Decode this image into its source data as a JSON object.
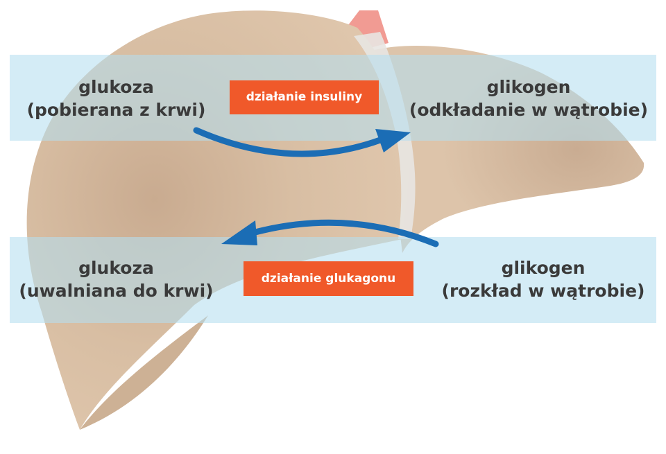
{
  "top_row": {
    "left_title": "glukoza",
    "left_sub": "(pobierana z krwi)",
    "action": "działanie insuliny",
    "right_title": "glikogen",
    "right_sub": "(odkładanie w wątrobie)"
  },
  "bottom_row": {
    "left_title": "glukoza",
    "left_sub": "(uwalniana do krwi)",
    "action": "działanie glukagonu",
    "right_title": "glikogen",
    "right_sub": "(rozkład w wątrobie)"
  },
  "colors": {
    "liver": "#d9bfa3",
    "band": "#c6e7f3",
    "arrow": "#1b6db5",
    "badge": "#f0592a",
    "vessel": "#f19b93",
    "text": "#3a3a3a"
  },
  "icons": {
    "liver": "liver-illustration",
    "top_arrow": "arrow-right-curved-icon",
    "bottom_arrow": "arrow-left-curved-icon"
  }
}
